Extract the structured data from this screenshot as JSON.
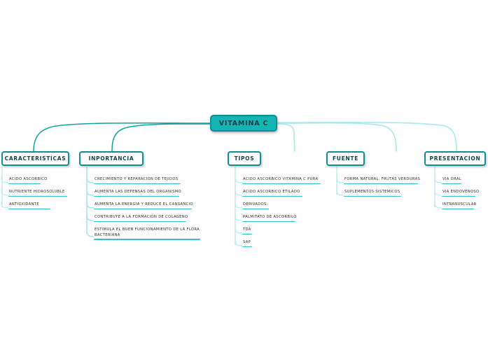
{
  "diagram": {
    "type": "mind-map",
    "background": "#ffffff",
    "colors": {
      "root_fill": "#16b5b5",
      "root_border": "#0a8f96",
      "branch_border": "#0d8f96",
      "edge_dark_teal": "#12a39e",
      "edge_light_cyan": "#a8e9ef",
      "leaf_underline_teal": "#2fc4c9",
      "leaf_underline_light": "#bfe9ef",
      "text_dark": "#14424a"
    },
    "root": {
      "label": "VITAMINA C"
    },
    "branches": [
      {
        "id": "caracteristicas",
        "label": "CARACTERISTICAS",
        "leaves": [
          {
            "label": "ACIDO ASCORBICO"
          },
          {
            "label": "NUTRIENTE HIDROSOLUBLE"
          },
          {
            "label": "ANTIOXIDANTE"
          }
        ]
      },
      {
        "id": "inportancia",
        "label": "INPORTANCIA",
        "leaves": [
          {
            "label": "CRECIMIENTO Y REPARACION DE TEJIDOS"
          },
          {
            "label": "AUMENTA LAS DEFENSAS DEL ORGANISMO"
          },
          {
            "label": "AUMENTA LA ENERGIA Y REDUCE EL CANSANCIO"
          },
          {
            "label": "CONTRIBUYE  A LA FORMACION DE COLAGENO"
          },
          {
            "label": "ESTIMULA EL BUEN FUNCIONAMIENTO DE LA FLORA\nBACTERIANA"
          }
        ]
      },
      {
        "id": "tipos",
        "label": "TIPOS",
        "leaves": [
          {
            "label": "ACIDO ASCORBICO VITAMINA C PURA"
          },
          {
            "label": "ACIDO ASCORBICO ETILADO"
          },
          {
            "label": "DERIVADOS:"
          },
          {
            "label": "PALMITATO DE ASCORBILO"
          },
          {
            "label": "TDA"
          },
          {
            "label": "SAP"
          }
        ]
      },
      {
        "id": "fuente",
        "label": "FUENTE",
        "leaves": [
          {
            "label": "FORMA NATURAL: FRUTAS VERDURAS"
          },
          {
            "label": "SUPLEMENTOS SISTEMICOS"
          }
        ]
      },
      {
        "id": "presentacion",
        "label": "PRESENTACION",
        "leaves": [
          {
            "label": "VIA ORAL"
          },
          {
            "label": "VIA ENDOVENOSO"
          },
          {
            "label": "INTRANUSCULAR"
          }
        ]
      }
    ]
  }
}
